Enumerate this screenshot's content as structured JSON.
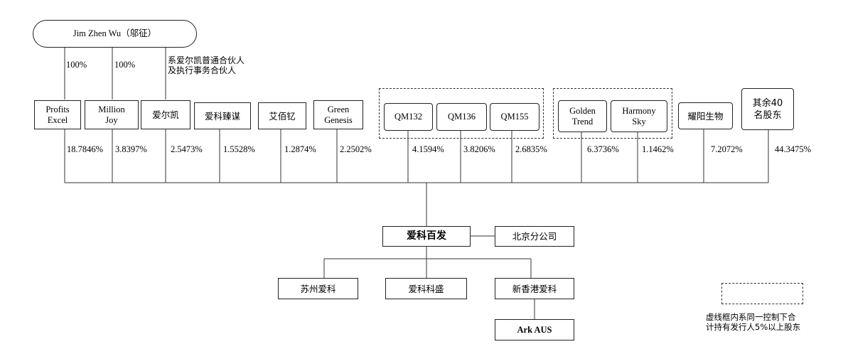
{
  "top_holder": "Jim Zhen Wu（邬征）",
  "top_edges": {
    "pct_profits": "100%",
    "pct_million": "100%",
    "note_aierkai": "系爱尔凯普通合伙人\n及执行事务合伙人"
  },
  "shareholders": [
    {
      "name": "Profits\nExcel",
      "pct": "18.7846%"
    },
    {
      "name": "Million\nJoy",
      "pct": "3.8397%"
    },
    {
      "name": "爱尔凯",
      "pct": "2.5473%"
    },
    {
      "name": "爱科臻谋",
      "pct": "1.5528%"
    },
    {
      "name": "艾佰钇",
      "pct": "1.2874%"
    },
    {
      "name": "Green\nGenesis",
      "pct": "2.2502%"
    },
    {
      "name": "QM132",
      "pct": "4.1594%"
    },
    {
      "name": "QM136",
      "pct": "3.8206%"
    },
    {
      "name": "QM155",
      "pct": "2.6835%"
    },
    {
      "name": "Golden\nTrend",
      "pct": "6.3736%"
    },
    {
      "name": "Harmony\nSky",
      "pct": "1.1462%"
    },
    {
      "name": "耀阳生物",
      "pct": "7.2072%"
    },
    {
      "name": "其余40\n名股东",
      "pct": "44.3475%"
    }
  ],
  "company": "爱科百发",
  "branch": "北京分公司",
  "subsidiaries": [
    "苏州爱科",
    "爱科科盛",
    "新香港爱科"
  ],
  "sub_subsidiary": "Ark AUS",
  "legend_text": "虚线框内系同一控制下合\n计持有发行人5%以上股东"
}
